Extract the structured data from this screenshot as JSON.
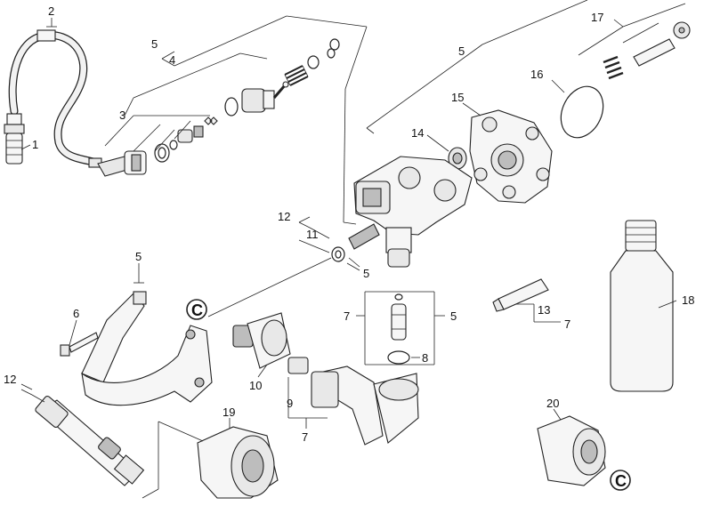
{
  "callouts": [
    {
      "id": "c-1",
      "text": "1"
    },
    {
      "id": "c-2",
      "text": "2"
    },
    {
      "id": "c-3",
      "text": "3"
    },
    {
      "id": "c-4",
      "text": "4"
    },
    {
      "id": "c-5a",
      "text": "5"
    },
    {
      "id": "c-5b",
      "text": "5"
    },
    {
      "id": "c-14",
      "text": "14"
    },
    {
      "id": "c-15",
      "text": "15"
    },
    {
      "id": "c-16",
      "text": "16"
    },
    {
      "id": "c-17",
      "text": "17"
    },
    {
      "id": "c-12a",
      "text": "12"
    },
    {
      "id": "c-11",
      "text": "11"
    },
    {
      "id": "c-5c",
      "text": "5"
    },
    {
      "id": "c-5d",
      "text": "5"
    },
    {
      "id": "c-6",
      "text": "6"
    },
    {
      "id": "c-7a",
      "text": "7"
    },
    {
      "id": "c-5e",
      "text": "5"
    },
    {
      "id": "c-8",
      "text": "8"
    },
    {
      "id": "c-13",
      "text": "13"
    },
    {
      "id": "c-7b",
      "text": "7"
    },
    {
      "id": "c-18",
      "text": "18"
    },
    {
      "id": "c-10",
      "text": "10"
    },
    {
      "id": "c-9",
      "text": "9"
    },
    {
      "id": "c-7c",
      "text": "7"
    },
    {
      "id": "c-12b",
      "text": "12"
    },
    {
      "id": "c-19",
      "text": "19"
    },
    {
      "id": "c-20",
      "text": "20"
    }
  ],
  "marks": {
    "c_mark_left": "C",
    "c_mark_right": "C"
  }
}
